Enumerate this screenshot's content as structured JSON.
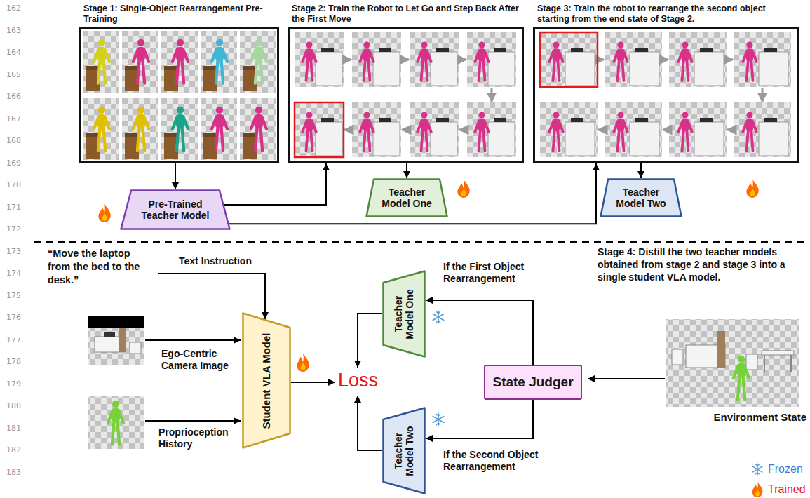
{
  "diagram": {
    "nodes": [
      {
        "text": [
          "Stage 1: Single-Object Rearrangement Pre-Training"
        ]
      },
      {
        "text": [
          "Stage 2: Train the Robot to Let Go and Step Back After the First Move"
        ]
      },
      {
        "text": [
          "Stage 3: Train the robot to rearrange the second object starting from the end state of Stage 2."
        ]
      },
      {
        "text": [
          "Pre-Trained Teacher Model"
        ]
      },
      {
        "text": [
          "Teacher Model One"
        ]
      },
      {
        "text": [
          "Teacher Model Two"
        ]
      },
      {
        "text": [
          "Student VLA Model"
        ]
      },
      {
        "text": [
          "Teacher Model One"
        ]
      },
      {
        "text": [
          "State Judger"
        ]
      },
      {
        "text": [
          "Teacher Model Two"
        ]
      }
    ],
    "edges": [
      {
        "from": 0,
        "to": 3,
        "arrow": "to"
      },
      {
        "from": 3,
        "to": 1,
        "arrow": "to"
      },
      {
        "from": 3,
        "to": 2,
        "arrow": "to"
      },
      {
        "from": 1,
        "to": 4,
        "arrow": "to"
      },
      {
        "from": 2,
        "to": 5,
        "arrow": "to"
      },
      {
        "from": 8,
        "to": 7,
        "arrow": "to"
      },
      {
        "from": 8,
        "to": 9,
        "arrow": "to"
      }
    ],
    "labels": [
      "162",
      "163",
      "164",
      "165",
      "166",
      "167",
      "168",
      "169",
      "170",
      "171",
      "172",
      "173",
      "174",
      "175",
      "176",
      "177",
      "178",
      "179",
      "180",
      "181",
      "182",
      "183",
      "“Move the laptop from the bed to the desk.”",
      "Text Instruction",
      "Ego-Centric Camera Image",
      "Proprioception History",
      "Loss",
      "If the First Object Rearrangement",
      "If the Second Object Rearrangement",
      "Stage 4: Distill the two teacher models obtained from stage 2 and stage 3 into a single student VLA model.",
      "Environment State"
    ],
    "legend": [
      {
        "text": "Frozen"
      },
      {
        "text": "Trained"
      }
    ]
  }
}
